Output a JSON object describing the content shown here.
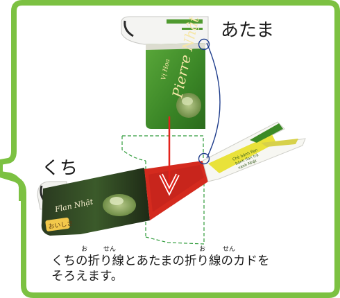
{
  "labels": {
    "atama": "あたま",
    "kuchi": "くち"
  },
  "instruction": {
    "line1": "くちの折り線とあたまの折り線のカドを",
    "line2": "そろえます。",
    "ruby_o": "お",
    "ruby_sen": "せん"
  },
  "package_text": {
    "brand_script": "Pierre Nhật",
    "small_script": "Vị Hoa",
    "flan_label": "Flan Nhật",
    "badge": "おいしさ",
    "viet_text_1": "Chè bánh flan",
    "viet_text_2": "bánh flan trà",
    "viet_text_3": "xanh Nhật"
  },
  "colors": {
    "frame_green": "#7cc142",
    "package_green": "#3c8a27",
    "fold_red": "#d42a1e",
    "arrow_red": "#e3221b",
    "guide_green": "#2e9b3a",
    "curve_blue": "#1f3d8c",
    "label_yellow": "#e9e23a"
  }
}
